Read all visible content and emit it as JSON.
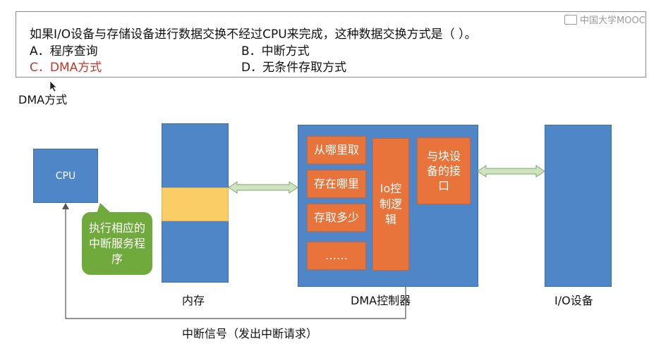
{
  "watermark": "中国大学MOOC",
  "question": {
    "text": "如果I/O设备与存储设备进行数据交换不经过CPU来完成，这种数据交换方式是（      ）。",
    "options": {
      "a": "A．程序查询",
      "b": "B．中断方式",
      "c": "C．DMA方式",
      "d": "D．无条件存取方式"
    },
    "answer": "C"
  },
  "section_title": "DMA方式",
  "diagram": {
    "cpu": "CPU",
    "memory_label": "内存",
    "dma_label": "DMA控制器",
    "io_label": "I/O设备",
    "dma_cells": [
      "从哪里取",
      "存在哪里",
      "存取多少",
      "……"
    ],
    "control_logic": "Io控制逻辑",
    "block_interface": "与块设备的接口",
    "bubble": "执行相应的中断服务程序",
    "interrupt_signal": "中断信号（发出中断请求）"
  },
  "colors": {
    "blue": "#4e86c8",
    "orange": "#e8743b",
    "yellow": "#fbcd66",
    "green": "#70a93c",
    "arrow_green": "#cfe3c0",
    "answer_red": "#c0392b"
  }
}
